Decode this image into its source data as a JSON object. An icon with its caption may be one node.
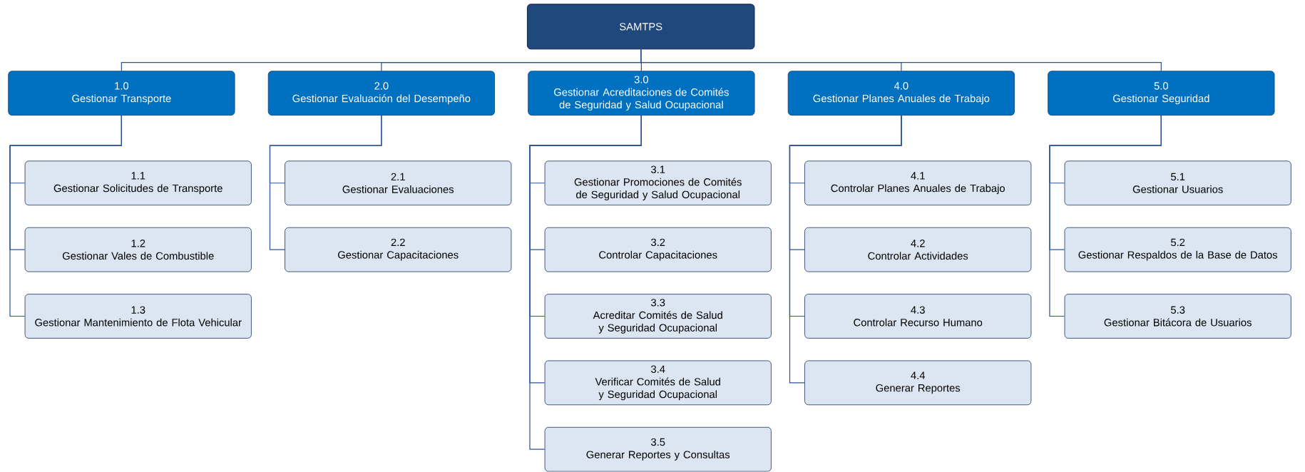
{
  "diagram": {
    "nodes": [
      {
        "text": [
          "SAMTPS"
        ]
      },
      {
        "text": [
          "1.0",
          "Gestionar Transporte"
        ]
      },
      {
        "text": [
          "2.0",
          "Gestionar Evaluación del Desempeño"
        ]
      },
      {
        "text": [
          "3.0",
          "Gestionar Acreditaciones de Comités de Seguridad y Salud Ocupacional"
        ]
      },
      {
        "text": [
          "4.0",
          "Gestionar Planes Anuales de Trabajo"
        ]
      },
      {
        "text": [
          "5.0",
          "Gestionar Seguridad"
        ]
      },
      {
        "text": [
          "1.1",
          "Gestionar Solicitudes de Transporte"
        ]
      },
      {
        "text": [
          "1.2",
          "Gestionar Vales de Combustible"
        ]
      },
      {
        "text": [
          "1.3",
          "Gestionar Mantenimiento de Flota Vehicular"
        ]
      },
      {
        "text": [
          "2.1",
          "Gestionar Evaluaciones"
        ]
      },
      {
        "text": [
          "2.2",
          "Gestionar Capacitaciones"
        ]
      },
      {
        "text": [
          "3.1",
          "Gestionar Promociones de Comités de Seguridad y Salud Ocupacional"
        ]
      },
      {
        "text": [
          "3.2",
          "Controlar Capacitaciones"
        ]
      },
      {
        "text": [
          "3.3",
          "Acreditar Comités de Salud y Seguridad Ocupacional"
        ]
      },
      {
        "text": [
          "3.4",
          "Verificar Comités de Salud y Seguridad Ocupacional"
        ]
      },
      {
        "text": [
          "3.5",
          "Generar Reportes y Consultas"
        ]
      },
      {
        "text": [
          "4.1",
          "Controlar Planes Anuales de Trabajo"
        ]
      },
      {
        "text": [
          "4.2",
          "Controlar Actividades"
        ]
      },
      {
        "text": [
          "4.3",
          "Controlar Recurso Humano"
        ]
      },
      {
        "text": [
          "4.4",
          "Generar Reportes"
        ]
      },
      {
        "text": [
          "5.1",
          "Gestionar Usuarios"
        ]
      },
      {
        "text": [
          "5.2",
          "Gestionar Respaldos de la Base de Datos"
        ]
      },
      {
        "text": [
          "5.3",
          "Gestionar Bitácora de Usuarios"
        ]
      }
    ],
    "edges": [
      {
        "from": 0,
        "to": 1,
        "arrow": "none"
      },
      {
        "from": 0,
        "to": 2,
        "arrow": "none"
      },
      {
        "from": 0,
        "to": 3,
        "arrow": "none"
      },
      {
        "from": 0,
        "to": 4,
        "arrow": "none"
      },
      {
        "from": 0,
        "to": 5,
        "arrow": "none"
      },
      {
        "from": 1,
        "to": 6,
        "arrow": "none"
      },
      {
        "from": 1,
        "to": 7,
        "arrow": "none"
      },
      {
        "from": 1,
        "to": 8,
        "arrow": "none"
      },
      {
        "from": 2,
        "to": 9,
        "arrow": "none"
      },
      {
        "from": 2,
        "to": 10,
        "arrow": "none"
      },
      {
        "from": 3,
        "to": 11,
        "arrow": "none"
      },
      {
        "from": 3,
        "to": 12,
        "arrow": "none"
      },
      {
        "from": 3,
        "to": 13,
        "arrow": "none"
      },
      {
        "from": 3,
        "to": 14,
        "arrow": "none"
      },
      {
        "from": 3,
        "to": 15,
        "arrow": "none"
      },
      {
        "from": 4,
        "to": 16,
        "arrow": "none"
      },
      {
        "from": 4,
        "to": 17,
        "arrow": "none"
      },
      {
        "from": 4,
        "to": 18,
        "arrow": "none"
      },
      {
        "from": 4,
        "to": 19,
        "arrow": "none"
      },
      {
        "from": 5,
        "to": 20,
        "arrow": "none"
      },
      {
        "from": 5,
        "to": 21,
        "arrow": "none"
      },
      {
        "from": 5,
        "to": 22,
        "arrow": "none"
      }
    ]
  }
}
